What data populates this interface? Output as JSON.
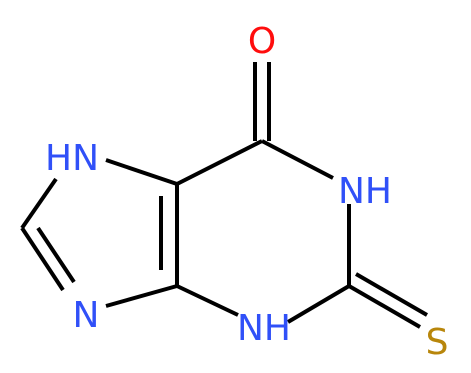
{
  "molecule": {
    "atoms": {
      "carbonyl_oxygen": "O",
      "imidazole_nh": "HN",
      "pyrimidine_nh_upper": "NH",
      "imidazole_n": "N",
      "pyrimidine_nh_lower": "NH",
      "thione_sulfur": "S"
    }
  },
  "colors": {
    "bond": "#000000",
    "nitrogen": "#3050F8",
    "oxygen": "#FF0D0D",
    "sulfur": "#B8860B",
    "background": "#FFFFFF"
  }
}
